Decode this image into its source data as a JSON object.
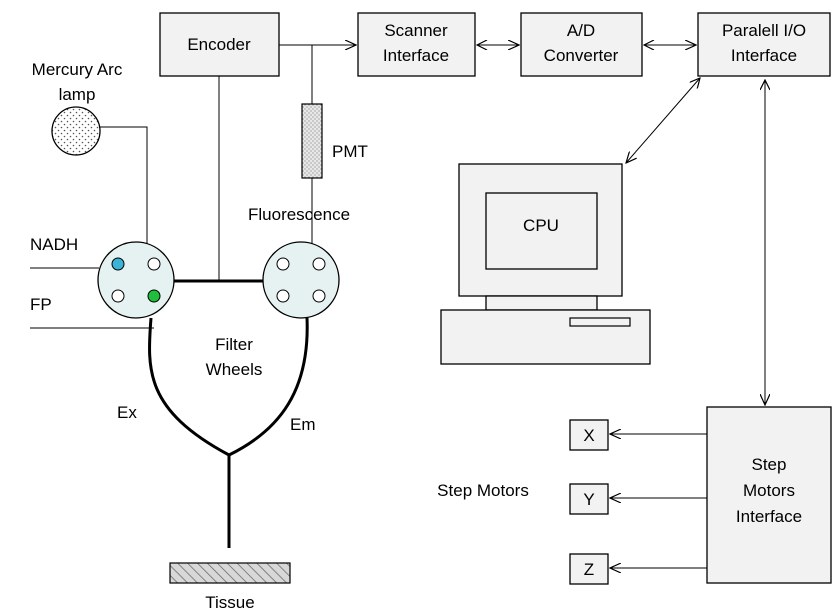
{
  "labels": {
    "encoder": "Encoder",
    "scanner_line1": "Scanner",
    "scanner_line2": "Interface",
    "ad_line1": "A/D",
    "ad_line2": "Converter",
    "pio_line1": "Paralell I/O",
    "pio_line2": "Interface",
    "lamp_line1": "Mercury Arc",
    "lamp_line2": "lamp",
    "pmt": "PMT",
    "fluorescence": "Fluorescence",
    "nadh": "NADH",
    "fp": "FP",
    "filter_line1": "Filter",
    "filter_line2": "Wheels",
    "ex": "Ex",
    "em": "Em",
    "tissue": "Tissue",
    "cpu": "CPU",
    "step_motors": "Step Motors",
    "x": "X",
    "y": "Y",
    "z": "Z",
    "smi_line1": "Step",
    "smi_line2": "Motors",
    "smi_line3": "Interface"
  },
  "colors": {
    "box_fill": "#f2f2f2",
    "filter_nadh": "#3ab3d6",
    "filter_fp": "#1fbf3c",
    "wheel_fill": "#e6f2f2"
  }
}
